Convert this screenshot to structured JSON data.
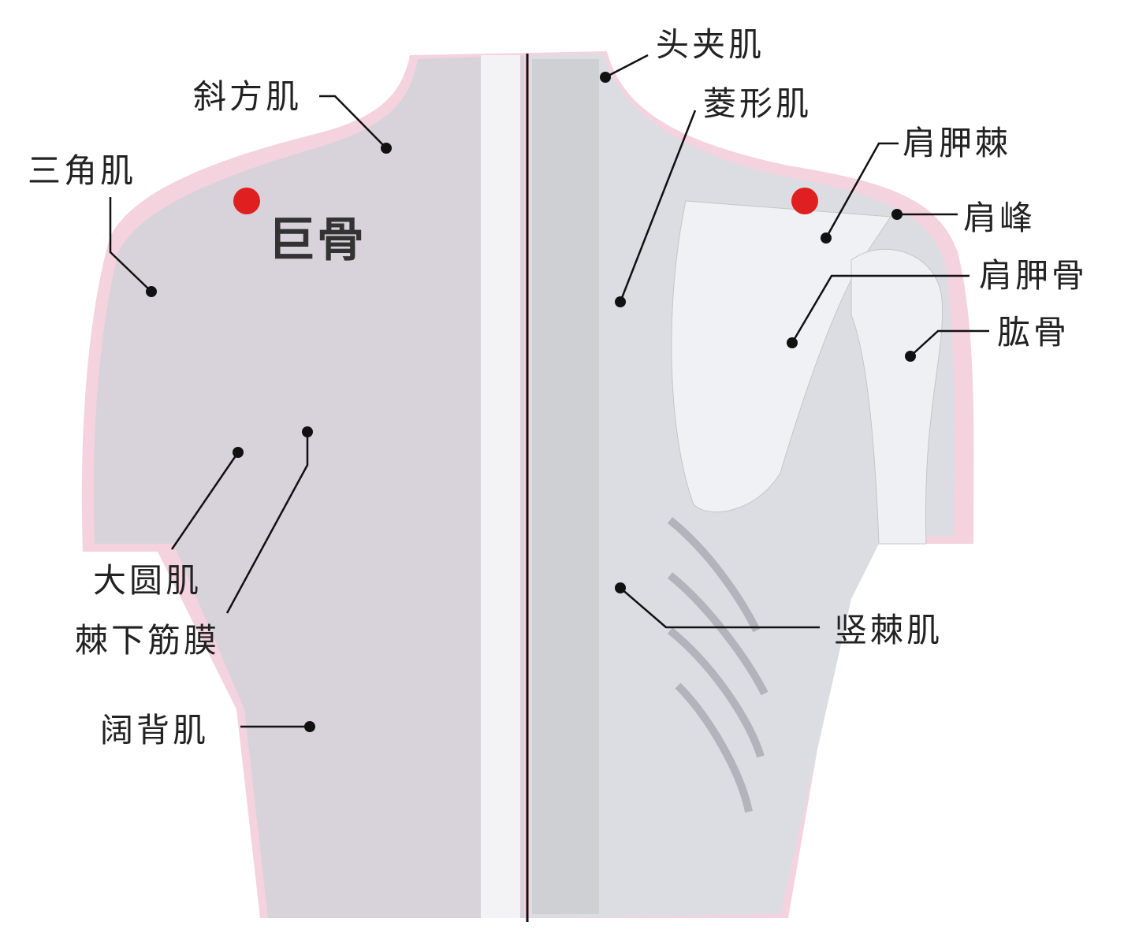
{
  "title_point": "巨骨",
  "labels": {
    "trapezius": "斜方肌",
    "deltoid": "三角肌",
    "teres_major": "大圆肌",
    "infraspinous_fascia": "棘下筋膜",
    "latissimus_dorsi": "阔背肌",
    "splenius_capitis": "头夹肌",
    "rhomboid": "菱形肌",
    "scapular_spine": "肩胛棘",
    "acromion": "肩峰",
    "scapula": "肩胛骨",
    "humerus": "肱骨",
    "erector_spinae": "竖棘肌"
  },
  "colors": {
    "acupoint": "#e02020",
    "muscle": "#d9cdd6",
    "pink": "#f2c9d6",
    "bone": "#eceef2",
    "line": "#111111"
  }
}
